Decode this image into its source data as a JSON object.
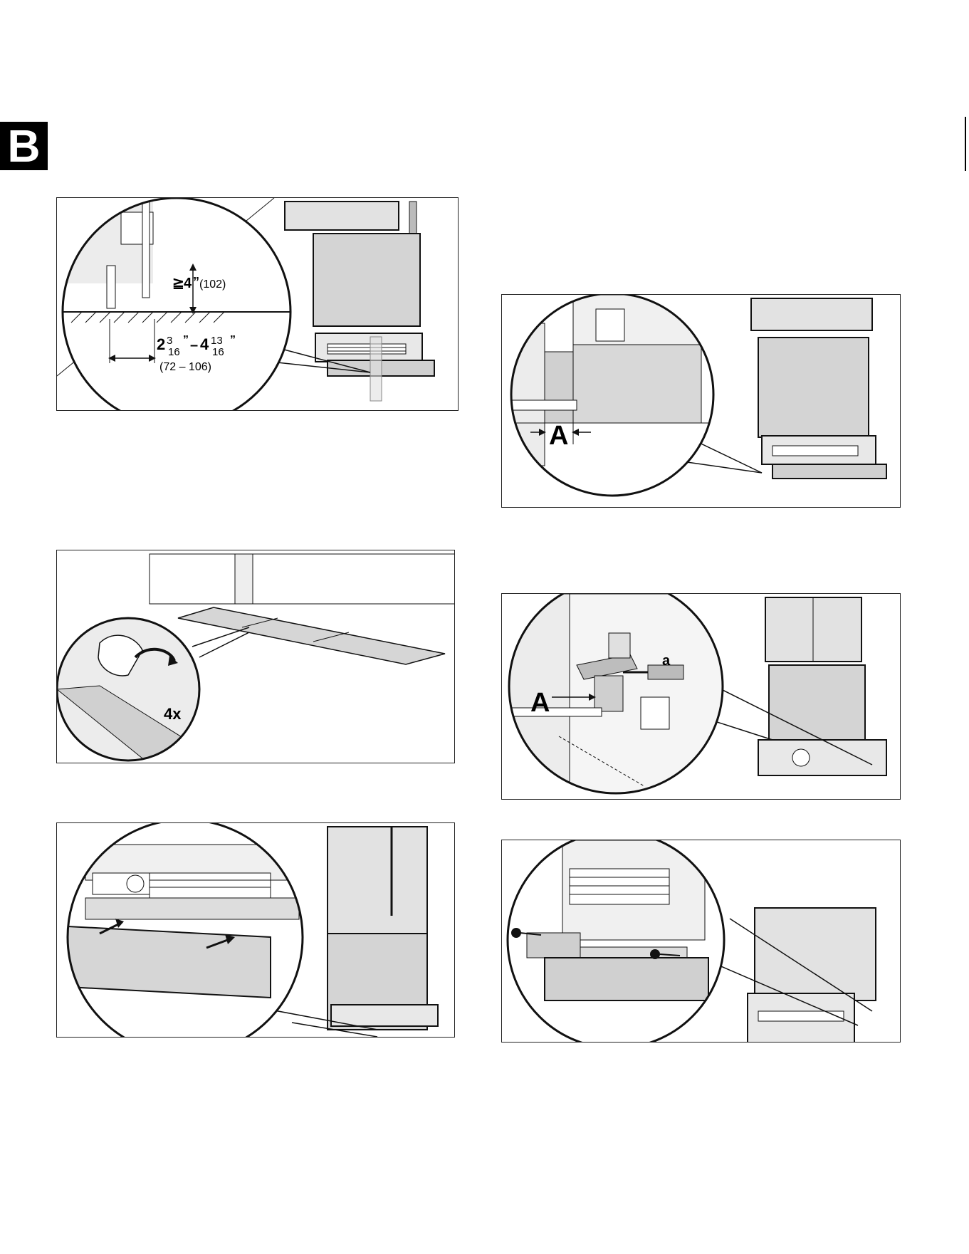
{
  "section_badge": "B",
  "fig1": {
    "min_symbol": "≧",
    "height_value": "4",
    "height_unit": "”",
    "height_mm": "(102)",
    "range_whole_a": "2",
    "range_num_a": "3",
    "range_den_a": "16",
    "range_unit_a": "”",
    "range_dash": "–",
    "range_whole_b": "4",
    "range_num_b": "13",
    "range_den_b": "16",
    "range_unit_b": "”",
    "range_mm": "(72 – 106)"
  },
  "fig2": {
    "marker": "A"
  },
  "fig3": {
    "count_label": "4x"
  },
  "fig4": {
    "marker": "A",
    "part_label": "a"
  },
  "colors": {
    "ink": "#111111",
    "panel_grey": "#d6d6d6",
    "light_grey": "#ececec",
    "mid_grey": "#bdbdbd"
  }
}
